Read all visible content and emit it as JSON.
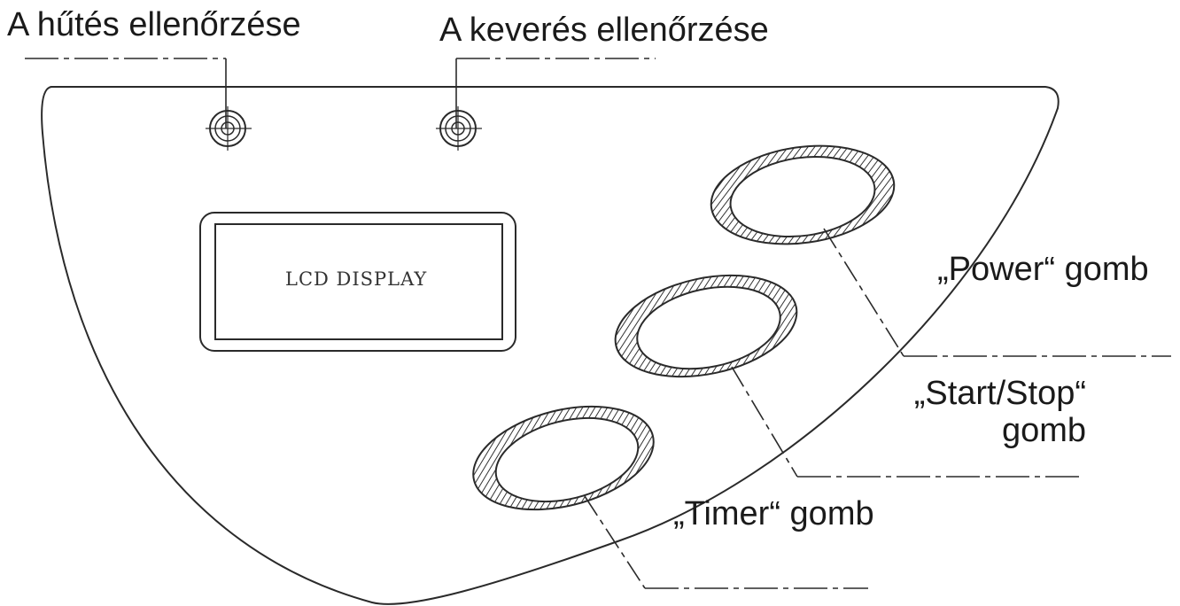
{
  "labels": {
    "cooling_check": "A hűtés ellenőrzése",
    "mixing_check": "A keverés ellenőrzése",
    "lcd_display": "LCD DISPLAY",
    "power_button": "„Power“ gomb",
    "start_stop_button_line1": "„Start/Stop“",
    "start_stop_button_line2": "gomb",
    "timer_button": "„Timer“ gomb"
  },
  "colors": {
    "line": "#2a2a2a",
    "hatch": "#3a3a3a",
    "background": "#ffffff"
  }
}
